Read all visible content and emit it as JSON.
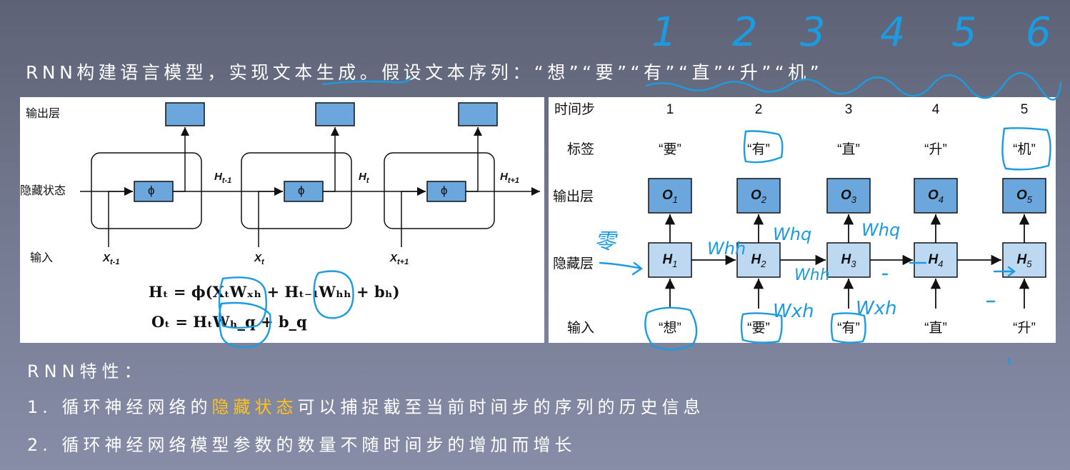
{
  "title": {
    "prefix": "RNN构建语言模型，实现文本生成。假设文本序列：",
    "sequence": "“想”“要”“有”“直”“升”“机”"
  },
  "left_diagram": {
    "output_layer_label": "输出层",
    "hidden_state_label": "隐藏状态",
    "input_label": "输入",
    "hidden_labels": [
      "H",
      "H",
      "H"
    ],
    "hidden_subs": [
      "t-1",
      "t",
      "t+1"
    ],
    "input_labels": [
      "X",
      "X",
      "X"
    ],
    "input_subs": [
      "t-1",
      "t",
      "t+1"
    ],
    "cell_symbol": "ϕ",
    "formula_1": "Hₜ = ϕ(XₜWₓₕ + Hₜ₋₁Wₕₕ + bₕ)",
    "formula_2": "Oₜ = HₜWₕ_q + b_q"
  },
  "right_diagram": {
    "row_labels": {
      "timestep": "时间步",
      "label": "标签",
      "output": "输出层",
      "hidden": "隐藏层",
      "input": "输入"
    },
    "timesteps": [
      "1",
      "2",
      "3",
      "4",
      "5"
    ],
    "targets": [
      "“要”",
      "“有”",
      "“直”",
      "“升”",
      "“机”"
    ],
    "outputs": [
      "O",
      "O",
      "O",
      "O",
      "O"
    ],
    "hiddens": [
      "H",
      "H",
      "H",
      "H",
      "H"
    ],
    "subs": [
      "1",
      "2",
      "3",
      "4",
      "5"
    ],
    "inputs": [
      "“想”",
      "“要”",
      "“有”",
      "“直”",
      "“升”"
    ]
  },
  "annotations": {
    "numbers": [
      "1",
      "2",
      "3",
      "4",
      "5",
      "6"
    ],
    "zero": "零",
    "weights": [
      "Whh",
      "Whq",
      "Whq",
      "Wxh",
      "Wxh",
      "Whh"
    ]
  },
  "properties": {
    "heading": "RNN特性：",
    "point_1_prefix": "1. 循环神经网络的",
    "point_1_highlight": "隐藏状态",
    "point_1_suffix": "可以捕捉截至当前时间步的序列的历史信息",
    "point_2": "2. 循环神经网络模型参数的数量不随时间步的增加而增长"
  },
  "colors": {
    "box_fill": "#6ba6dc",
    "box_light": "#bdd8f1",
    "pen": "#1d9be0",
    "highlight": "#ffc21a"
  }
}
